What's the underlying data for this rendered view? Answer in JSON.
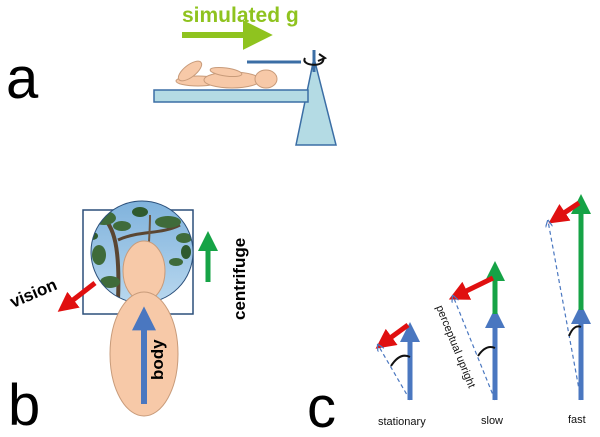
{
  "panels": {
    "a": {
      "letter": "a",
      "arrow_label": "simulated g"
    },
    "b": {
      "letter": "b",
      "vision_label": "vision",
      "body_label": "body",
      "centrifuge_label": "centrifuge"
    },
    "c": {
      "letter": "c",
      "perceptual_label": "perceptual upright",
      "conditions": [
        "stationary",
        "slow",
        "fast"
      ]
    }
  },
  "colors": {
    "simulated_g": "#8fc31f",
    "body_axis": "#4a77c0",
    "vision": "#e01010",
    "centrifuge": "#16a346",
    "skin": "#f7c9a8",
    "platform": "#b4dbe4"
  }
}
